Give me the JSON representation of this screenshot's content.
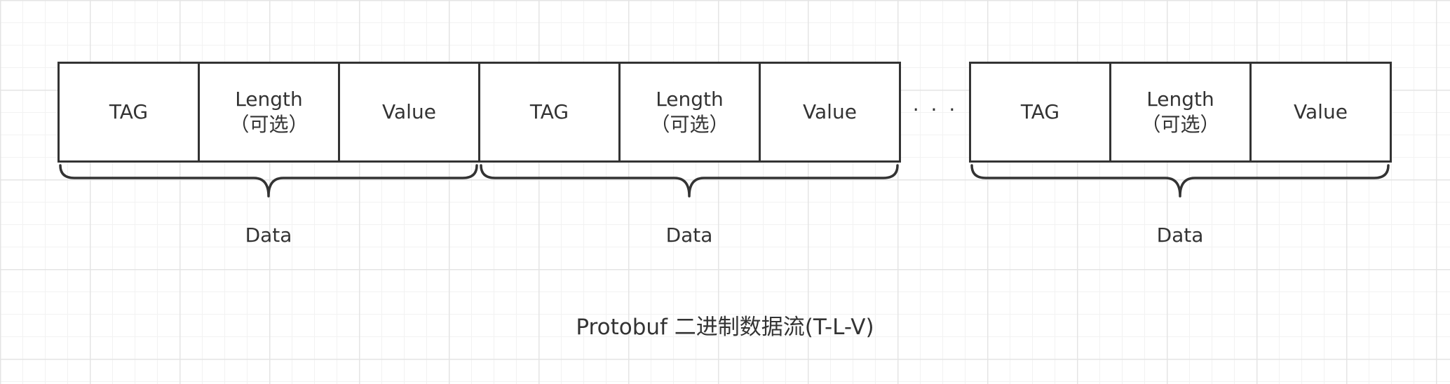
{
  "groups": [
    {
      "fields": [
        {
          "label": "TAG"
        },
        {
          "label_line1": "Length",
          "label_line2": "（可选）"
        },
        {
          "label": "Value"
        }
      ],
      "brace_label": "Data"
    },
    {
      "fields": [
        {
          "label": "TAG"
        },
        {
          "label_line1": "Length",
          "label_line2": "（可选）"
        },
        {
          "label": "Value"
        }
      ],
      "brace_label": "Data"
    },
    {
      "fields": [
        {
          "label": "TAG"
        },
        {
          "label_line1": "Length",
          "label_line2": "（可选）"
        },
        {
          "label": "Value"
        }
      ],
      "brace_label": "Data"
    }
  ],
  "ellipsis": "· · ·",
  "caption": "Protobuf 二进制数据流(T-L-V)",
  "colors": {
    "stroke": "#333333",
    "text": "#333333",
    "grid_major": "#e4e4e4",
    "grid_minor": "#f2f2f2",
    "background": "#ffffff"
  }
}
